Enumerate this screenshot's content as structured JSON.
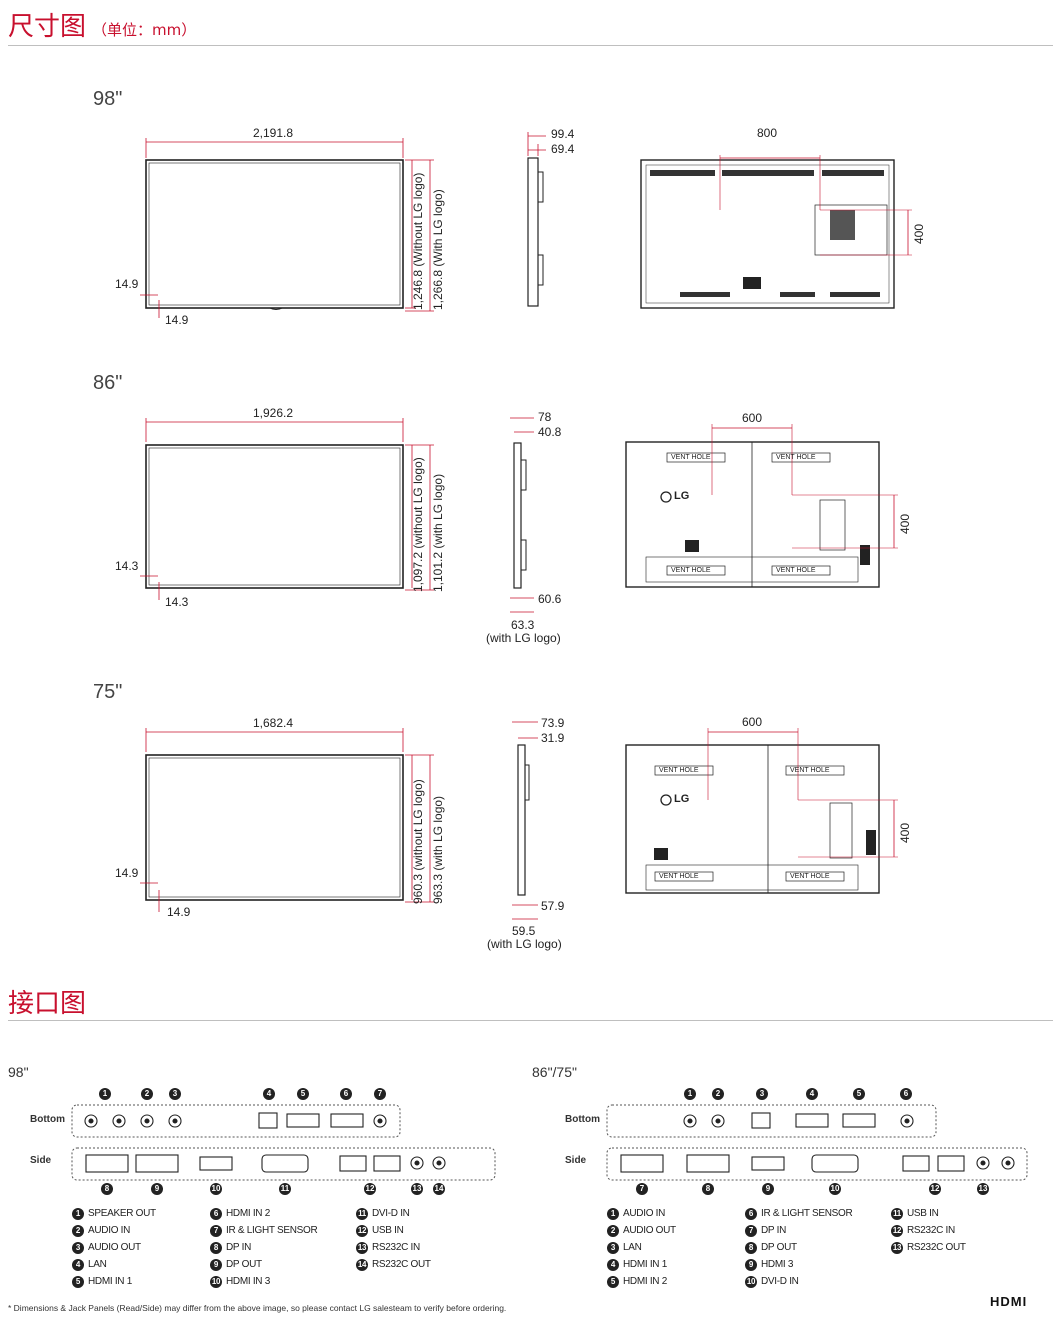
{
  "dim_section": {
    "title": "尺寸图",
    "unit": "（单位：mm）"
  },
  "models": [
    {
      "label": "98\"",
      "width": "2,191.8",
      "h1": "1,246.8 (Without LG logo)",
      "h2": "1,266.8 (With LG logo)",
      "bezel_side": "14.9",
      "bezel_bottom": "14.9",
      "depth1": "99.4",
      "depth2": "69.4",
      "vesa_w": "800",
      "vesa_h": "400"
    },
    {
      "label": "86\"",
      "width": "1,926.2",
      "h1": "1,097.2 (without LG logo)",
      "h2": "1,101.2 (with LG logo)",
      "bezel_side": "14.3",
      "bezel_bottom": "14.3",
      "depth1": "78",
      "depth2": "40.8",
      "depth3": "60.6",
      "depth4": "63.3",
      "depth4_note": "(with LG logo)",
      "vesa_w": "600",
      "vesa_h": "400"
    },
    {
      "label": "75\"",
      "width": "1,682.4",
      "h1": "960.3 (without LG logo)",
      "h2": "963.3 (with LG logo)",
      "bezel_side": "14.9",
      "bezel_bottom": "14.9",
      "depth1": "73.9",
      "depth2": "31.9",
      "depth3": "57.9",
      "depth4": "59.5",
      "depth4_note": "(with LG logo)",
      "vesa_w": "600",
      "vesa_h": "400"
    }
  ],
  "back_labels": {
    "vent": "VENT HOLE",
    "logo": "LG"
  },
  "jack_section": {
    "title": "接口图"
  },
  "jack_panels": [
    {
      "title": "98\"",
      "bottom_label": "Bottom",
      "side_label": "Side",
      "bottom_nums": [
        "1",
        "2",
        "3",
        "4",
        "5",
        "6",
        "7"
      ],
      "side_nums": [
        "8",
        "9",
        "10",
        "11",
        "12",
        "13",
        "14"
      ],
      "legend": [
        [
          "SPEAKER OUT",
          "AUDIO IN",
          "AUDIO OUT",
          "LAN",
          "HDMI IN 1"
        ],
        [
          "HDMI IN 2",
          "IR & LIGHT SENSOR",
          "DP IN",
          "DP OUT",
          "HDMI IN 3"
        ],
        [
          "DVI-D IN",
          "USB IN",
          "RS232C IN",
          "RS232C OUT"
        ]
      ]
    },
    {
      "title": "86\"/75\"",
      "bottom_label": "Bottom",
      "side_label": "Side",
      "bottom_nums": [
        "1",
        "2",
        "3",
        "4",
        "5",
        "6"
      ],
      "side_nums": [
        "7",
        "8",
        "9",
        "10",
        "12",
        "13"
      ],
      "legend": [
        [
          "AUDIO IN",
          "AUDIO OUT",
          "LAN",
          "HDMI IN 1",
          "HDMI IN 2"
        ],
        [
          "IR & LIGHT SENSOR",
          "DP IN",
          "DP OUT",
          "HDMI 3",
          "DVI-D IN"
        ],
        [
          "USB IN",
          "RS232C IN",
          "RS232C OUT"
        ]
      ]
    }
  ],
  "footnote": "* Dimensions & Jack Panels (Read/Side) may differ from the above image, so please contact LG salesteam to verify before ordering.",
  "hdmi_logo": "HDMI",
  "colors": {
    "accent": "#c8102e",
    "dimension_line": "#c8102e",
    "line": "#222222"
  }
}
